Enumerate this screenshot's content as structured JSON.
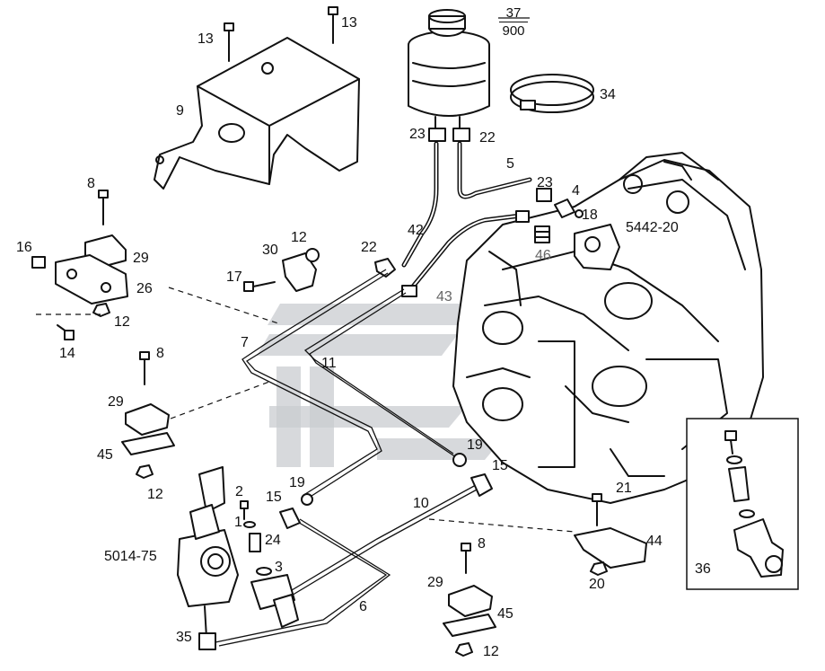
{
  "labels": {
    "p13a": "13",
    "p13b": "13",
    "p9": "9",
    "p37": "37",
    "p900": "900",
    "p34": "34",
    "p23a": "23",
    "p22a": "22",
    "p5": "5",
    "p8a": "8",
    "p16": "16",
    "p29a": "29",
    "p26": "26",
    "p12a": "12",
    "p14": "14",
    "p30": "30",
    "p12b": "12",
    "p17": "17",
    "p22b": "22",
    "p42": "42",
    "p43": "43",
    "p23b": "23",
    "p4": "4",
    "p18": "18",
    "p46": "46",
    "p5442": "5442-20",
    "p7": "7",
    "p11": "11",
    "p8b": "8",
    "p29b": "29",
    "p45a": "45",
    "p12c": "12",
    "p19a": "19",
    "p19b": "19",
    "p15a": "15",
    "p15b": "15",
    "p10": "10",
    "p2": "2",
    "p1": "1",
    "p24": "24",
    "p3": "3",
    "p5014": "5014-75",
    "p6": "6",
    "p35": "35",
    "p21": "21",
    "p44": "44",
    "p20": "20",
    "p8c": "8",
    "p29c": "29",
    "p45b": "45",
    "p12d": "12",
    "p36": "36"
  }
}
